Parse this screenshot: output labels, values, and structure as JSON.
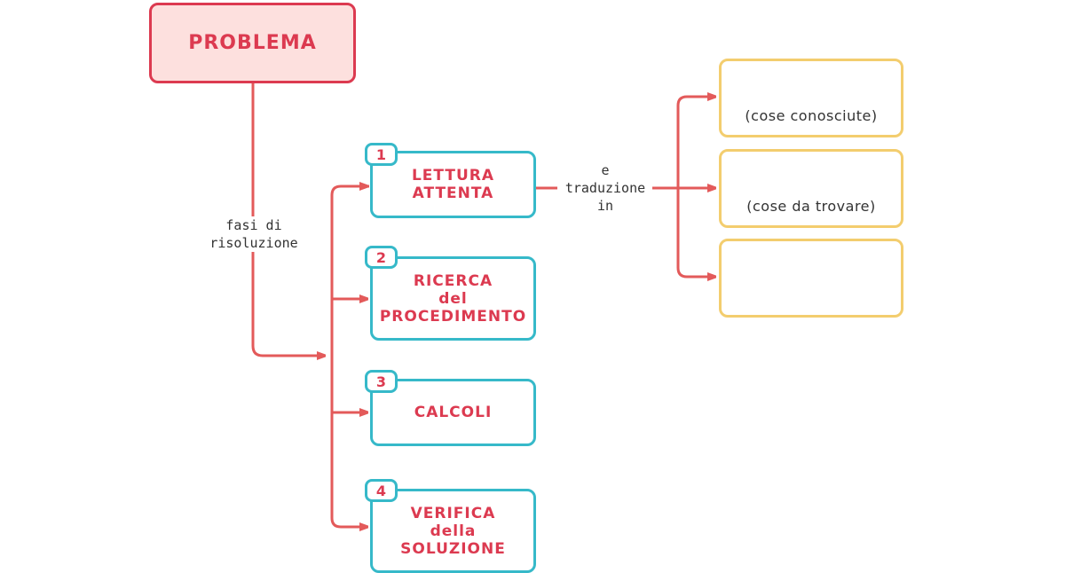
{
  "root": {
    "label": "PROBLEMA"
  },
  "connector_labels": {
    "phases": [
      "fasi di",
      "risoluzione"
    ],
    "translation": [
      "e",
      "traduzione",
      "in"
    ]
  },
  "phases": [
    {
      "number": "1",
      "lines": [
        "LETTURA",
        "ATTENTA"
      ]
    },
    {
      "number": "2",
      "lines": [
        "RICERCA",
        "del",
        "PROCEDIMENTO"
      ]
    },
    {
      "number": "3",
      "lines": [
        "CALCOLI"
      ]
    },
    {
      "number": "4",
      "lines": [
        "VERIFICA",
        "della",
        "SOLUZIONE"
      ]
    }
  ],
  "outputs": [
    {
      "label": "(cose conosciute)"
    },
    {
      "label": "(cose da trovare)"
    },
    {
      "label": ""
    }
  ],
  "colors": {
    "root_border": "#dc3a50",
    "root_fill": "#fde0de",
    "phase_border": "#36b9c9",
    "text_accent": "#dc3a50",
    "output_border": "#f3cd6e",
    "connector": "#e35a5a"
  }
}
